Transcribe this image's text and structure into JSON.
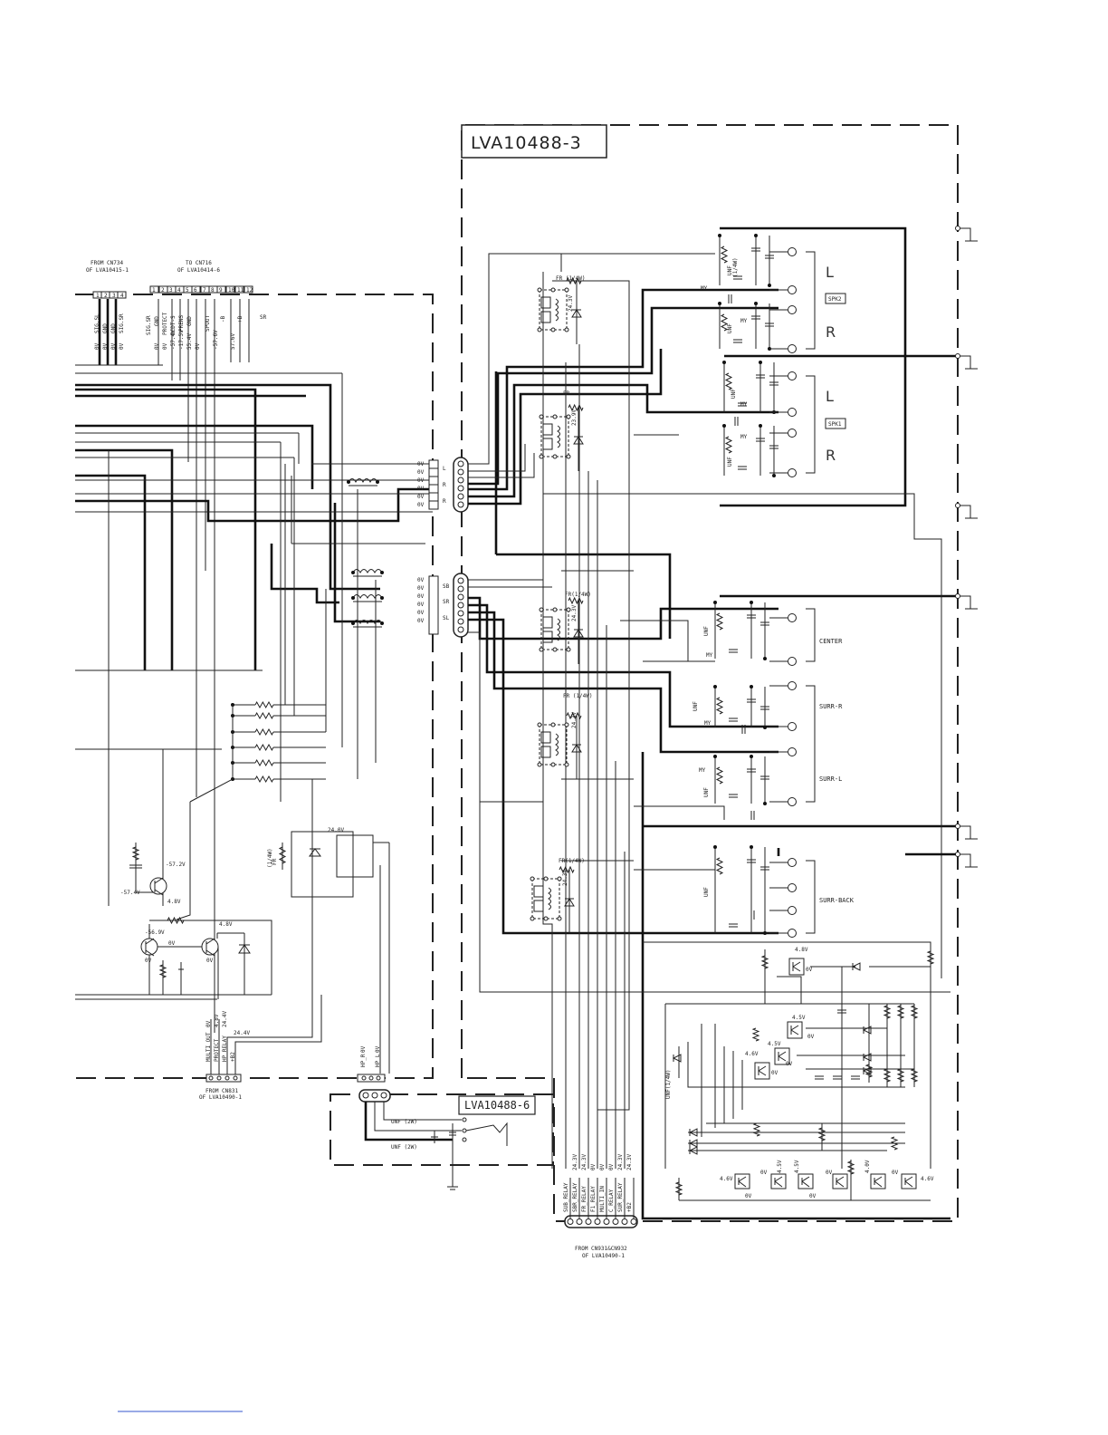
{
  "boards": {
    "main_title": "LVA10488-3",
    "sub_title": "LVA10488-6"
  },
  "header_labels": {
    "from_cn734_line1": "FROM CN734",
    "from_cn734_line2": "OF LVA10415-1",
    "to_cn716_line1": "TO CN716",
    "to_cn716_line2": "OF LVA10414-6",
    "from_cn831_line1": "FROM CN831",
    "from_cn831_line2": "OF LVA10490-1",
    "from_cn931_line1": "FROM CN931&CN932",
    "from_cn931_line2": "OF LVA10490-1"
  },
  "connector_cn734": {
    "pins": [
      "1",
      "2",
      "3",
      "4"
    ],
    "signals": [
      "SIG.SL",
      "GND",
      "GND",
      "SIG.SR"
    ],
    "voltages": [
      "0V",
      "0V",
      "0V",
      "0V"
    ]
  },
  "connector_cn716": {
    "pins": [
      "1",
      "2",
      "3",
      "4",
      "5",
      "6",
      "7",
      "8",
      "9",
      "10",
      "11",
      "12"
    ],
    "signals": [
      "SIG.SR",
      "GND",
      "PROTECT",
      "DCDT-S",
      "PRENS",
      "GND",
      "SPOUT",
      "-B",
      "+B",
      "SR"
    ],
    "voltages": [
      "0V",
      "0V",
      "-57.4V",
      "-17.5V",
      "55.4V",
      "0V",
      "-57.6V",
      "57.6V"
    ]
  },
  "front_connector": {
    "pins": [
      "1",
      "2",
      "3",
      "4",
      "5",
      "6"
    ],
    "voltages": [
      "0V",
      "0V",
      "0V",
      "0V",
      "0V",
      "0V"
    ],
    "side_labels": [
      "L",
      "R",
      "R"
    ]
  },
  "rear_connector": {
    "pins": [
      "1",
      "2",
      "3",
      "4",
      "5",
      "6",
      "7"
    ],
    "voltages": [
      "0V",
      "0V",
      "0V",
      "0V",
      "0V",
      "0V"
    ],
    "side_labels": [
      "SB",
      "SR",
      "SL"
    ]
  },
  "relay_labels": {
    "r1": "FR (1/4W)",
    "r2": "FR",
    "r3": "FR(1/4W)",
    "r4": "FR (1/4W)",
    "r5": "FR(1/4W)",
    "v1": "24.3V",
    "v2": "23.9V",
    "v3": "24.3V",
    "v4": "24.3V",
    "v5": "24.3V"
  },
  "speaker_labels": {
    "l1": "L",
    "r1": "R",
    "spk2": "SPK2",
    "l2": "L",
    "r2": "R",
    "spk1": "SPK1",
    "center": "CENTER",
    "surr_r": "SURR-R",
    "surr_l": "SURR-L",
    "surr_back": "SURR-BACK"
  },
  "component_labels": {
    "unf": "UNF",
    "unf_rating": "(1/4W)",
    "my": "MY",
    "fr": "FR",
    "fr_rating": "(1/4W)",
    "unf_2w_1": "UNF (2W)",
    "unf_2w_2": "UNF (2W)",
    "unf_14w": "UNF(1/4W)",
    "relay_v": "24.0V"
  },
  "protect_voltages": {
    "v1": "-57.2V",
    "v2": "-57.4V",
    "v3": "4.8V",
    "v4": "-56.9V",
    "v5": "0V",
    "v6": "4.8V",
    "v7": "0V",
    "v8": "0V"
  },
  "cn831": {
    "labels": [
      "MULTI_OUT",
      "PROTECT",
      "HP_RELAY",
      "+B2"
    ],
    "voltages": [
      "0V",
      "4.8V",
      "24.4V",
      "24.4V"
    ]
  },
  "hp_connector": {
    "labels": [
      "HP_R",
      "HP_L"
    ],
    "voltages": [
      "0V",
      "0V"
    ]
  },
  "cn931": {
    "labels": [
      "SUB_RELAY",
      "SBR_RELAY",
      "FR_RELAY",
      "F1_RELAY",
      "MULTI_IN",
      "C_RELAY",
      "SUR_RELAY",
      "+B2"
    ],
    "voltages": [
      "24.3V",
      "24.3V",
      "0V",
      "0V",
      "0V",
      "24.3V",
      "24.3V"
    ]
  },
  "driver_voltages": {
    "top1": "4.8V",
    "top2": "0V",
    "mid1": "4.5V",
    "mid2": "0V",
    "mid3": "4.6V",
    "mid4": "0V",
    "mid5": "4.5V",
    "mid6": "0V",
    "b1": "4.6V",
    "b2": "0V",
    "b3": "0V",
    "b4": "4.5V",
    "b5": "4.5V",
    "b6": "0V",
    "b7": "0V",
    "b8": "4.0V",
    "b9": "0V",
    "b10": "4.6V"
  },
  "footer_link": ""
}
